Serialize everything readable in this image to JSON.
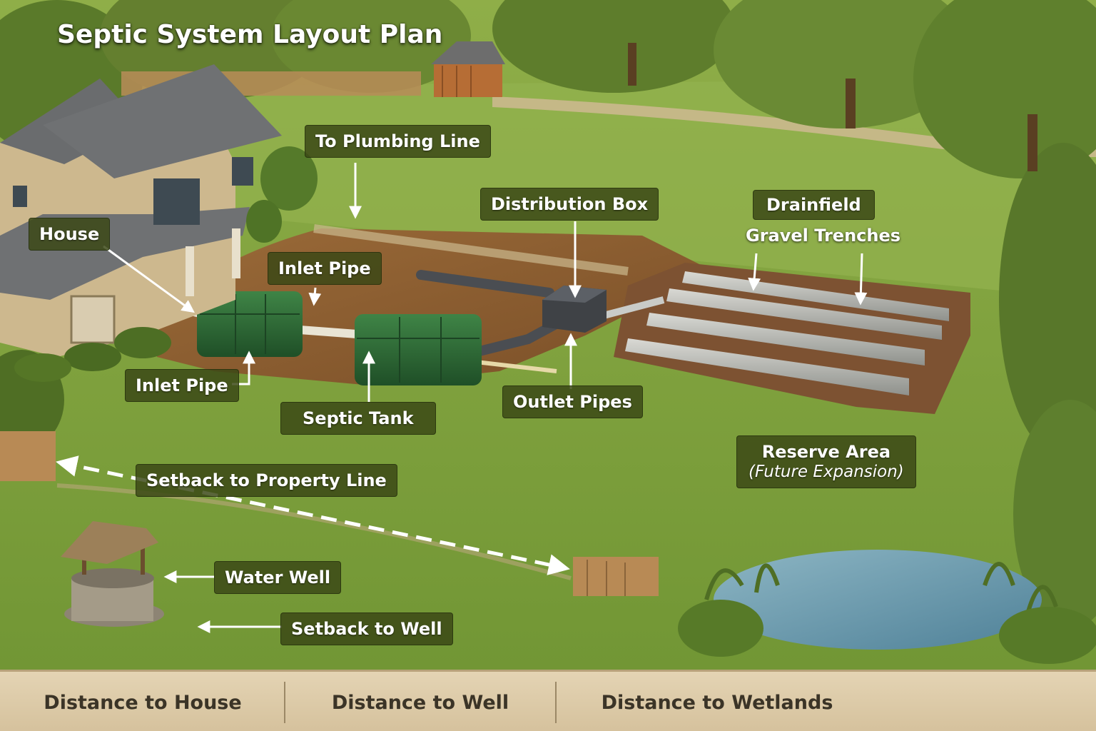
{
  "title": "Septic System Layout Plan",
  "labels": {
    "to_plumbing_line": "To Plumbing Line",
    "distribution_box": "Distribution Box",
    "drainfield": "Drainfield",
    "gravel_trenches": "Gravel Trenches",
    "house": "House",
    "inlet_pipe_top": "Inlet Pipe",
    "inlet_pipe_left": "Inlet Pipe",
    "septic_tank": "Septic Tank",
    "outlet_pipes": "Outlet Pipes",
    "reserve_area": "Reserve Area",
    "future_expansion": "(Future Expansion)",
    "setback_property_line": "Setback to Property Line",
    "water_well": "Water Well",
    "setback_well": "Setback to Well"
  },
  "footer": {
    "distance_house": "Distance to House",
    "distance_well": "Distance to Well",
    "distance_wetlands": "Distance to Wetlands"
  },
  "colors": {
    "grass": "#7a9a3c",
    "soil": "#8a5a2e",
    "tank": "#2f6a35",
    "label_bg": "#3a4816",
    "water": "#5f93a8"
  }
}
